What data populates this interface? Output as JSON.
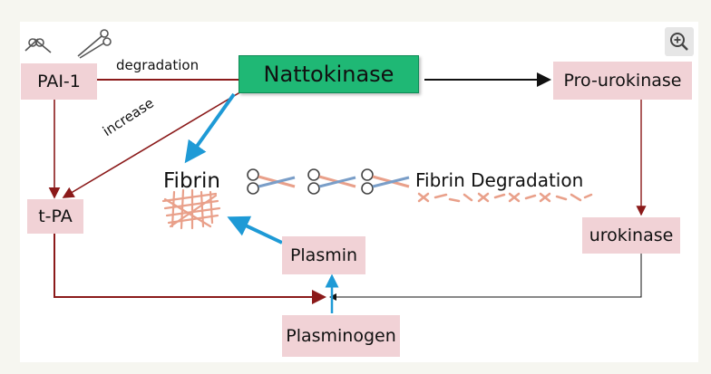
{
  "nodes": {
    "pai1": "PAI-1",
    "nattokinase": "Nattokinase",
    "pro_urokinase": "Pro-urokinase",
    "tpa": "t-PA",
    "urokinase": "urokinase",
    "plasmin": "Plasmin",
    "plasminogen": "Plasminogen"
  },
  "labels": {
    "degradation": "degradation",
    "increase": "increase",
    "fibrin": "Fibrin",
    "fibrin_degradation": "Fibrin Degradation"
  },
  "colors": {
    "dark_red_arrow": "#8b1a1a",
    "blue_arrow": "#1e9ad6",
    "black_arrow": "#111111",
    "node_fill": "#f1d2d6",
    "nattokinase_fill": "#1fb875"
  },
  "icons": {
    "scissors": "scissors-icon",
    "zoom": "zoom-in-icon"
  }
}
